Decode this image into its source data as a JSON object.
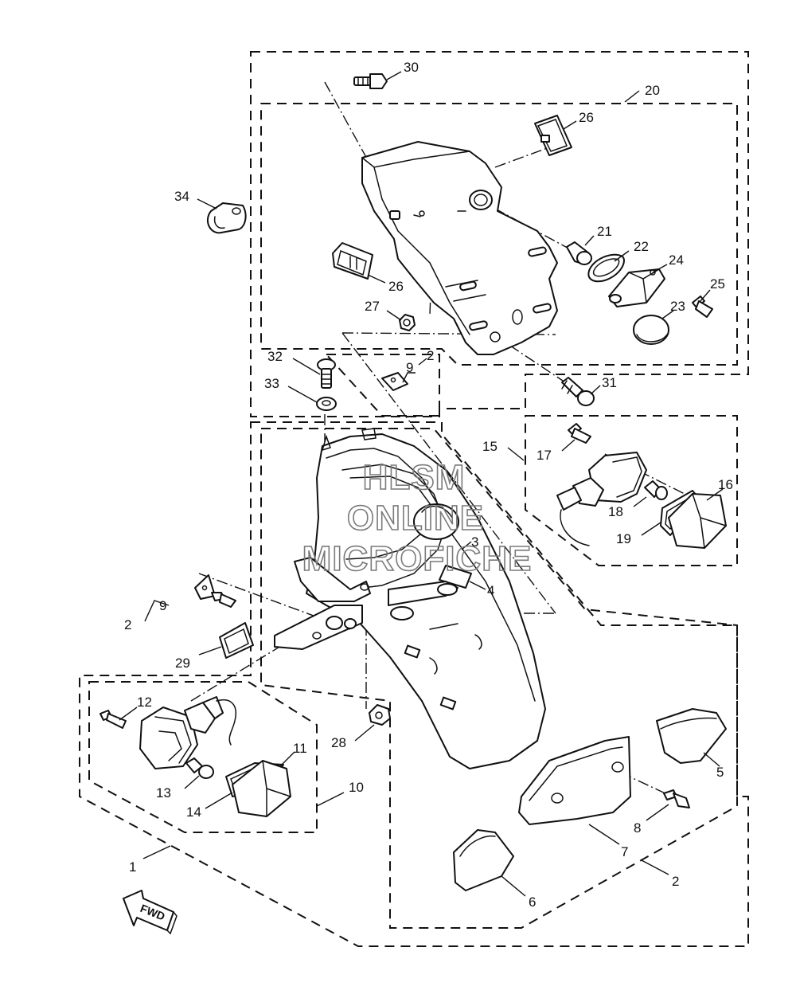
{
  "watermark": [
    "HLSM",
    "ONLINE",
    "MICROFICHE"
  ],
  "fwd_label": "FWD",
  "callouts": [
    {
      "id": "c30",
      "text": "30"
    },
    {
      "id": "c20",
      "text": "20"
    },
    {
      "id": "c26a",
      "text": "26"
    },
    {
      "id": "c34",
      "text": "34"
    },
    {
      "id": "c21",
      "text": "21"
    },
    {
      "id": "c22",
      "text": "22"
    },
    {
      "id": "c24",
      "text": "24"
    },
    {
      "id": "c26b",
      "text": "26"
    },
    {
      "id": "c25",
      "text": "25"
    },
    {
      "id": "c27",
      "text": "27"
    },
    {
      "id": "c23",
      "text": "23"
    },
    {
      "id": "c32",
      "text": "32"
    },
    {
      "id": "c9a",
      "text": "9"
    },
    {
      "id": "c2a",
      "text": "2"
    },
    {
      "id": "c33",
      "text": "33"
    },
    {
      "id": "c31",
      "text": "31"
    },
    {
      "id": "c15",
      "text": "15"
    },
    {
      "id": "c17",
      "text": "17"
    },
    {
      "id": "c16",
      "text": "16"
    },
    {
      "id": "c18",
      "text": "18"
    },
    {
      "id": "c19",
      "text": "19"
    },
    {
      "id": "c3",
      "text": "3"
    },
    {
      "id": "c4",
      "text": "4"
    },
    {
      "id": "c9b",
      "text": "9"
    },
    {
      "id": "c2b",
      "text": "2"
    },
    {
      "id": "c29",
      "text": "29"
    },
    {
      "id": "c12",
      "text": "12"
    },
    {
      "id": "c28",
      "text": "28"
    },
    {
      "id": "c11",
      "text": "11"
    },
    {
      "id": "c5",
      "text": "5"
    },
    {
      "id": "c13",
      "text": "13"
    },
    {
      "id": "c10",
      "text": "10"
    },
    {
      "id": "c14",
      "text": "14"
    },
    {
      "id": "c8",
      "text": "8"
    },
    {
      "id": "c7",
      "text": "7"
    },
    {
      "id": "c1",
      "text": "1"
    },
    {
      "id": "c2c",
      "text": "2"
    },
    {
      "id": "c6",
      "text": "6"
    }
  ]
}
